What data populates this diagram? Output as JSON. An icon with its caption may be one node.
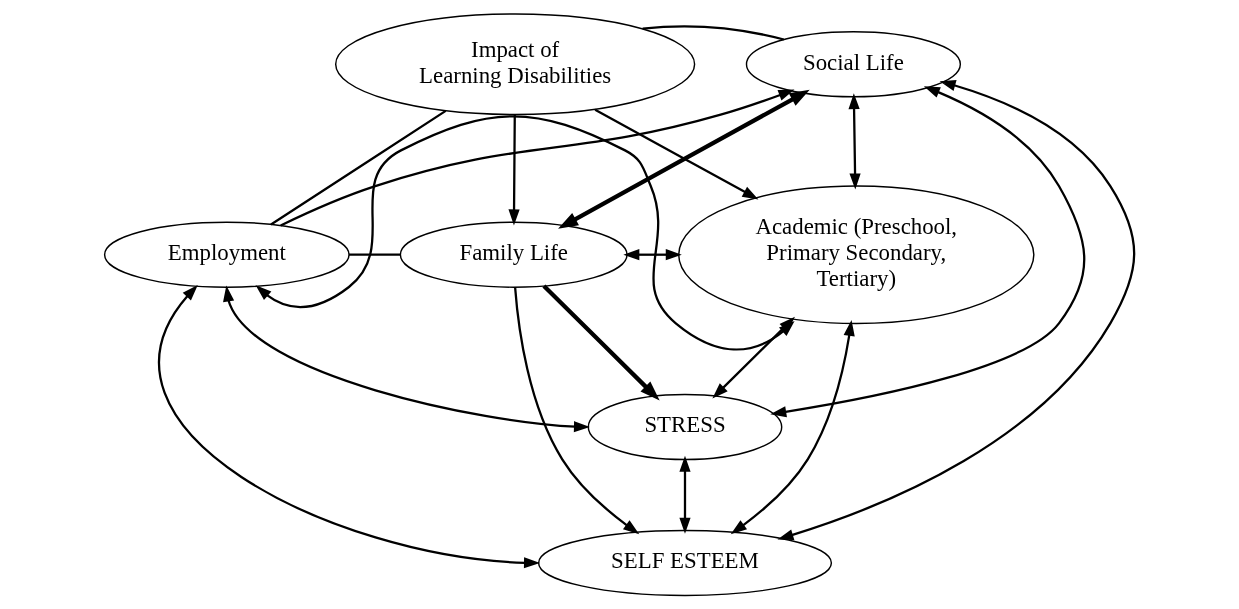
{
  "diagram": {
    "nodes": [
      {
        "text": [
          "Impact of Learning Disabilities"
        ]
      },
      {
        "text": [
          "Social Life"
        ]
      },
      {
        "text": [
          "Employment"
        ]
      },
      {
        "text": [
          "Family Life"
        ]
      },
      {
        "text": [
          "Academic (Preschool, Primary Secondary, Tertiary)"
        ]
      },
      {
        "text": [
          "STRESS"
        ]
      },
      {
        "text": [
          "SELF ESTEEM"
        ]
      }
    ],
    "edges": [
      {
        "from": 4,
        "to": 1,
        "arrow": "both"
      },
      {
        "from": 0,
        "to": 1,
        "arrow": "none"
      },
      {
        "from": 0,
        "to": 2,
        "arrow": "none"
      },
      {
        "from": 0,
        "to": 3,
        "arrow": "to"
      },
      {
        "from": 0,
        "to": 4,
        "arrow": "to"
      },
      {
        "from": 1,
        "to": 3,
        "arrow": "both",
        "style": "thick"
      },
      {
        "from": 2,
        "to": 1,
        "arrow": "to"
      },
      {
        "from": 2,
        "to": 3,
        "arrow": "none"
      },
      {
        "from": 3,
        "to": 4,
        "arrow": "both"
      },
      {
        "from": 2,
        "to": 4,
        "arrow": "both"
      },
      {
        "from": 3,
        "to": 5,
        "arrow": "to",
        "style": "thick"
      },
      {
        "from": 3,
        "to": 6,
        "arrow": "to"
      },
      {
        "from": 1,
        "to": 5,
        "arrow": "both"
      },
      {
        "from": 1,
        "to": 6,
        "arrow": "both"
      },
      {
        "from": 2,
        "to": 5,
        "arrow": "both"
      },
      {
        "from": 2,
        "to": 6,
        "arrow": "both"
      },
      {
        "from": 4,
        "to": 5,
        "arrow": "both"
      },
      {
        "from": 4,
        "to": 6,
        "arrow": "both"
      },
      {
        "from": 5,
        "to": 6,
        "arrow": "both"
      }
    ]
  }
}
